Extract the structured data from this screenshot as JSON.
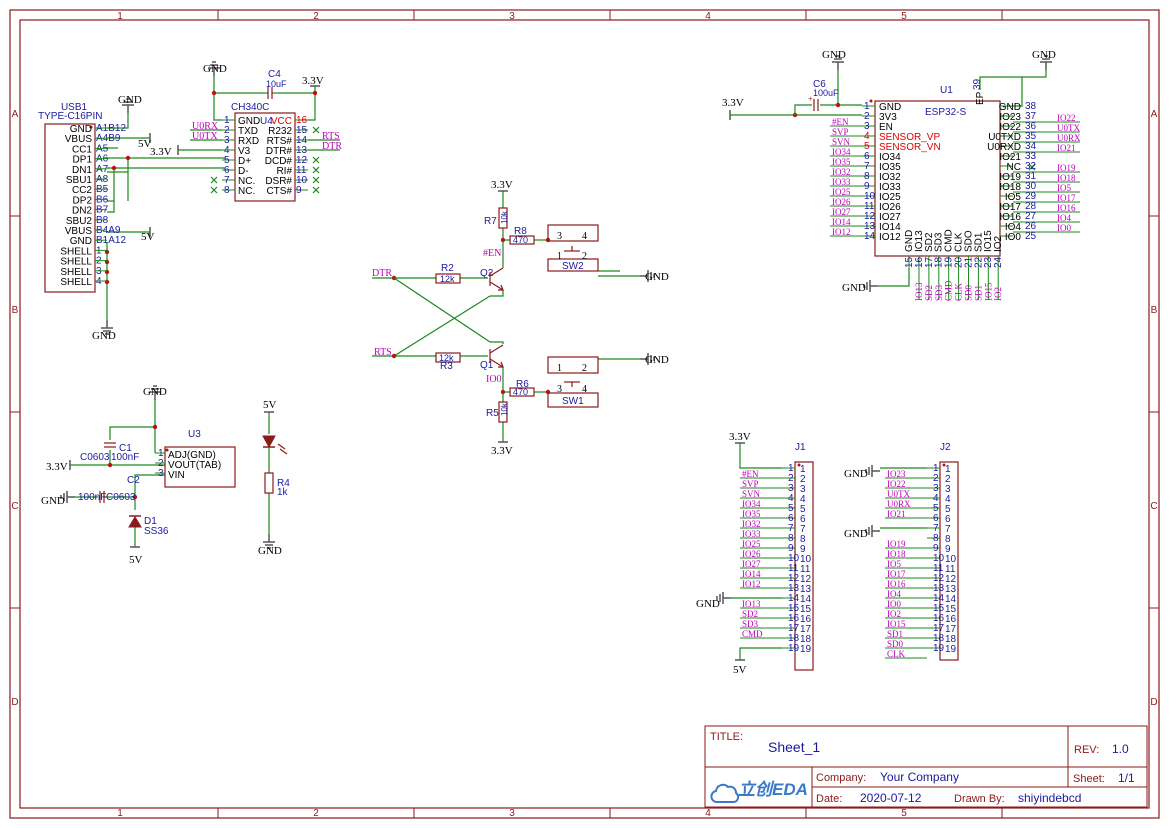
{
  "frame": {
    "columns": [
      "1",
      "2",
      "3",
      "4",
      "5"
    ],
    "rows": [
      "A",
      "B",
      "C",
      "D"
    ]
  },
  "usb1": {
    "ref": "USB1",
    "part": "TYPE-C16PIN",
    "pins_left": [
      "GND",
      "VBUS",
      "CC1",
      "DP1",
      "DN1",
      "SBU1",
      "CC2",
      "DP2",
      "DN2",
      "SBU2",
      "VBUS",
      "GND",
      "SHELL",
      "SHELL",
      "SHELL",
      "SHELL"
    ],
    "pins_num": [
      "A1B12",
      "A4B9",
      "A5",
      "A6",
      "A7",
      "A8",
      "B5",
      "B6",
      "B7",
      "B8",
      "B4A9",
      "B1A12",
      "1",
      "2",
      "3",
      "4"
    ]
  },
  "u4": {
    "ref": "U4",
    "part": "CH340C",
    "left_pins": [
      "GND",
      "TXD",
      "RXD",
      "V3",
      "D+",
      "D-",
      "NC.",
      "NC."
    ],
    "left_nums": [
      "1",
      "2",
      "3",
      "4",
      "5",
      "6",
      "7",
      "8"
    ],
    "right_pins": [
      "VCC",
      "R232",
      "RTS#",
      "DTR#",
      "DCD#",
      "RI#",
      "DSR#",
      "CTS#"
    ],
    "right_nums": [
      "16",
      "15",
      "14",
      "13",
      "12",
      "11",
      "10",
      "9"
    ],
    "left_nets": [
      "U0RX",
      "U0TX"
    ],
    "right_nets": [
      "RTS",
      "DTR"
    ]
  },
  "c4": {
    "ref": "C4",
    "value": "10uF"
  },
  "c6": {
    "ref": "C6",
    "value": "100uF"
  },
  "u1": {
    "ref": "U1",
    "part": "ESP32-S",
    "left_pins": [
      "GND",
      "3V3",
      "EN",
      "SENSOR_VP",
      "SENSOR_VN",
      "IO34",
      "IO35",
      "IO32",
      "IO33",
      "IO25",
      "IO26",
      "IO27",
      "IO14",
      "IO12"
    ],
    "left_nums": [
      "1",
      "2",
      "3",
      "4",
      "5",
      "6",
      "7",
      "8",
      "9",
      "10",
      "11",
      "12",
      "13",
      "14"
    ],
    "left_nets": [
      "#EN",
      "SVP",
      "SVN",
      "IO34",
      "IO35",
      "IO32",
      "IO33",
      "IO25",
      "IO26",
      "IO27",
      "IO14",
      "IO12"
    ],
    "right_pins": [
      "GND",
      "IO23",
      "IO22",
      "U0TXD",
      "U0RXD",
      "IO21",
      "NC",
      "IO19",
      "IO18",
      "IO5",
      "IO17",
      "IO16",
      "IO4",
      "IO0"
    ],
    "right_nums": [
      "38",
      "37",
      "36",
      "35",
      "34",
      "33",
      "32",
      "31",
      "30",
      "29",
      "28",
      "27",
      "26",
      "25"
    ],
    "right_nets": [
      "IO23",
      "IO22",
      "U0TX",
      "U0RX",
      "IO21",
      "",
      "IO19",
      "IO18",
      "IO5",
      "IO17",
      "IO16",
      "IO4",
      "IO0"
    ],
    "bottom_pins": [
      "GND",
      "IO13",
      "SD2",
      "SD3",
      "CMD",
      "CLK",
      "SDO",
      "SD1",
      "IO15",
      "IO2"
    ],
    "bottom_nums": [
      "15",
      "16",
      "17",
      "18",
      "19",
      "20",
      "21",
      "22",
      "23",
      "24"
    ],
    "bottom_nets": [
      "IO13",
      "SD2",
      "SD3",
      "CMD",
      "CLK",
      "SD0",
      "SD1",
      "IO15",
      "IO2"
    ],
    "ep": "EP",
    "ep_num": "39"
  },
  "q1": {
    "ref": "Q1"
  },
  "q2": {
    "ref": "Q2"
  },
  "r2": {
    "ref": "R2",
    "value": "12k"
  },
  "r3": {
    "ref": "R3",
    "value": "12k"
  },
  "r5": {
    "ref": "R5",
    "value": "10k"
  },
  "r6": {
    "ref": "R6",
    "value": "470"
  },
  "r7": {
    "ref": "R7",
    "value": "10k"
  },
  "r8": {
    "ref": "R8",
    "value": "470"
  },
  "sw1": {
    "ref": "SW1",
    "pins": [
      "1",
      "2",
      "3",
      "4"
    ]
  },
  "sw2": {
    "ref": "SW2",
    "pins": [
      "1",
      "2",
      "3",
      "4"
    ]
  },
  "u3": {
    "ref": "U3",
    "pins": [
      "ADJ(GND)",
      "VOUT(TAB)",
      "VIN"
    ],
    "nums": [
      "1",
      "2",
      "3"
    ]
  },
  "c1": {
    "ref": "C1",
    "value": "100nF",
    "pkg": "C0603"
  },
  "c2": {
    "ref": "C2",
    "value": "100nF",
    "pkg": "C0603"
  },
  "d1": {
    "ref": "D1",
    "part": "SS36"
  },
  "r4": {
    "ref": "R4",
    "value": "1k"
  },
  "j1": {
    "ref": "J1",
    "nets": [
      "",
      "#EN",
      "SVP",
      "SVN",
      "IO34",
      "IO35",
      "IO32",
      "IO33",
      "IO25",
      "IO26",
      "IO27",
      "IO14",
      "IO12",
      "",
      "IO13",
      "SD2",
      "SD3",
      "CMD",
      ""
    ],
    "nums": [
      "1",
      "2",
      "3",
      "4",
      "5",
      "6",
      "7",
      "8",
      "9",
      "10",
      "11",
      "12",
      "13",
      "14",
      "15",
      "16",
      "17",
      "18",
      "19"
    ]
  },
  "j2": {
    "ref": "J2",
    "nets": [
      "",
      "IO23",
      "IO22",
      "U0TX",
      "U0RX",
      "IO21",
      "",
      "",
      "IO19",
      "IO18",
      "IO5",
      "IO17",
      "IO16",
      "IO4",
      "IO0",
      "IO2",
      "IO15",
      "SD1",
      "SD0",
      "CLK"
    ],
    "nums": [
      "1",
      "2",
      "3",
      "4",
      "5",
      "6",
      "7",
      "8",
      "9",
      "10",
      "11",
      "12",
      "13",
      "14",
      "15",
      "16",
      "17",
      "18",
      "19"
    ]
  },
  "power": {
    "gnd": "GND",
    "v33": "3.3V",
    "v5": "5V"
  },
  "nets": {
    "dtr": "DTR",
    "rts": "RTS",
    "en": "#EN",
    "io0": "IO0"
  },
  "title_block": {
    "title_label": "TITLE:",
    "title": "Sheet_1",
    "rev_label": "REV:",
    "rev": "1.0",
    "company_label": "Company:",
    "company": "Your Company",
    "sheet_label": "Sheet:",
    "sheet": "1/1",
    "date_label": "Date:",
    "date": "2020-07-12",
    "drawn_label": "Drawn By:",
    "drawn_by": "shiyindebcd",
    "logo_text": "立创EDA"
  },
  "colors": {
    "frame": "#8b1a1a",
    "wire": "#1a8a1a",
    "component": "#8b1a1a",
    "pin_text": "#1a1aa0",
    "net_label": "#c000c0",
    "red_text": "#e00000",
    "junction": "#c01010"
  }
}
